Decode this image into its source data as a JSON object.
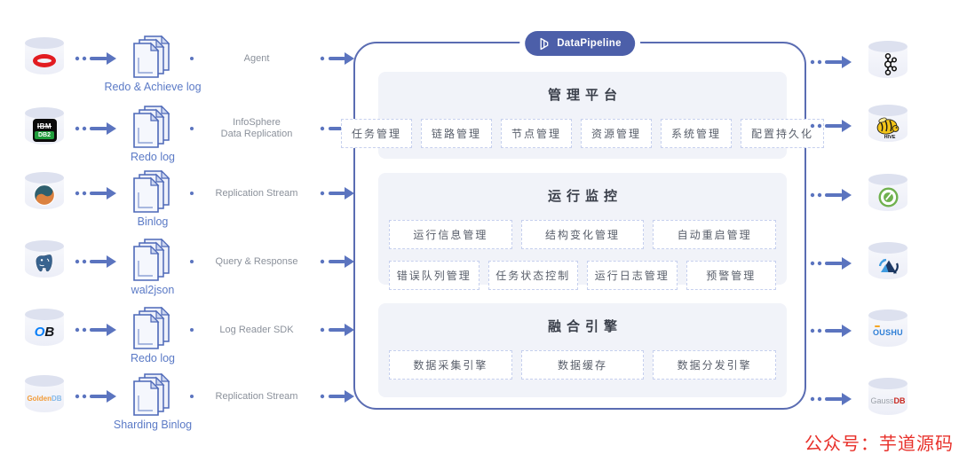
{
  "brand": {
    "name": "DataPipeline"
  },
  "watermark": "公众号：芋道源码",
  "sources": [
    {
      "icon": "oracle-db-icon",
      "log": "Redo & Achieve log",
      "channel": "Agent"
    },
    {
      "icon": "ibm-db2-icon",
      "log": "Redo log",
      "channel": "InfoSphere\nData Replication",
      "logo_top": "IBM",
      "logo_bottom": "DB2"
    },
    {
      "icon": "mysql-icon",
      "log": "Binlog",
      "channel": "Replication Stream"
    },
    {
      "icon": "postgresql-icon",
      "log": "wal2json",
      "channel": "Query & Response"
    },
    {
      "icon": "oceanbase-icon",
      "log": "Redo log",
      "channel": "Log Reader SDK",
      "logo_o": "O",
      "logo_b": "B"
    },
    {
      "icon": "goldendb-icon",
      "log": "Sharding Binlog",
      "channel": "Replication Stream",
      "logo_golden": "Golden",
      "logo_db": "DB"
    }
  ],
  "targets": [
    {
      "icon": "kafka-icon"
    },
    {
      "icon": "hive-icon",
      "logo_text": "HIVE"
    },
    {
      "icon": "greenplum-icon"
    },
    {
      "icon": "lake-sync-icon"
    },
    {
      "icon": "oushu-icon",
      "logo_text": "OUSHU"
    },
    {
      "icon": "gaussdb-icon",
      "logo_gauss": "Gauss",
      "logo_db": "DB"
    }
  ],
  "platform": {
    "title": "管理平台",
    "buttons": [
      "任务管理",
      "链路管理",
      "节点管理",
      "资源管理",
      "系统管理",
      "配置持久化"
    ]
  },
  "monitor": {
    "title": "运行监控",
    "rows": [
      [
        "运行信息管理",
        "结构变化管理",
        "自动重启管理"
      ],
      [
        "错误队列管理",
        "任务状态控制",
        "运行日志管理",
        "预警管理"
      ]
    ]
  },
  "engine": {
    "title": "融合引擎",
    "buttons": [
      "数据采集引擎",
      "数据缓存",
      "数据分发引擎"
    ]
  },
  "colors": {
    "accent_blue": "#5b74bf",
    "box_border": "#5a6cb2",
    "pill_bg": "#4c5fa9",
    "section_bg": "#f1f3f9",
    "button_border": "#c6d0ee",
    "label_blue": "#5b7ac6",
    "channel_gray": "#8b919b",
    "watermark_red": "#e8302a"
  }
}
